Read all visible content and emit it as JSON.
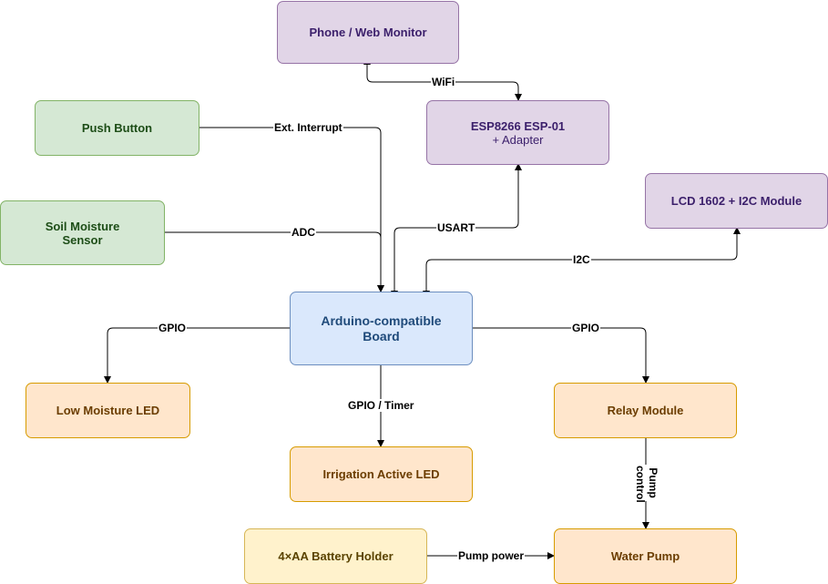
{
  "nodes": {
    "phone": {
      "label": "Phone / Web Monitor"
    },
    "esp": {
      "label": "ESP8266 ESP-01",
      "sub": "+ Adapter"
    },
    "button": {
      "label": "Push Button"
    },
    "lcd": {
      "label": "LCD 1602 + I2C Module"
    },
    "soil": {
      "label": "Soil Moisture Sensor"
    },
    "board": {
      "label": "Arduino-compatible Board"
    },
    "low_led": {
      "label": "Low Moisture LED"
    },
    "relay": {
      "label": "Relay Module"
    },
    "irr_led": {
      "label": "Irrigation Active LED"
    },
    "battery": {
      "label": "4×AA Battery Holder"
    },
    "pump": {
      "label": "Water Pump"
    }
  },
  "edges": {
    "wifi": "WiFi",
    "interrupt": "Ext. Interrupt",
    "adc": "ADC",
    "usart": "USART",
    "i2c": "I2C",
    "gpio_left": "GPIO",
    "gpio_right": "GPIO",
    "gpio_timer": "GPIO / Timer",
    "pump_control": "Pump control",
    "pump_power": "Pump power"
  },
  "colors": {
    "purple": "#e1d5e7",
    "green": "#d5e8d4",
    "blue": "#dae8fc",
    "orange": "#ffe6cc",
    "yellow": "#fff2cc",
    "line": "#000000"
  }
}
